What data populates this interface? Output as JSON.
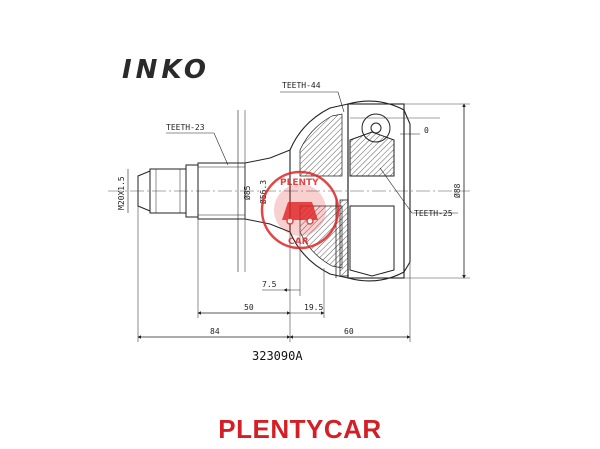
{
  "logo": {
    "text": "INKO"
  },
  "labels": {
    "teeth_outer": "TEETH-44",
    "teeth_stem": "TEETH-23",
    "teeth_inner": "TEETH-25",
    "angle": "0",
    "thread": "M20X1.5",
    "dia_85": "Ø85",
    "dia_56": "Ø56.3",
    "dia_88": "Ø88",
    "dim_7_5": "7.5",
    "dim_50": "50",
    "dim_19_5": "19.5",
    "dim_84": "84",
    "dim_60": "60"
  },
  "part_number": "323090A",
  "watermark": {
    "top_text": "PLENTY",
    "bottom_text": "CAR",
    "color": "#e02424"
  },
  "footer": {
    "brand": "PLENTYCAR",
    "color": "#d41f26"
  }
}
